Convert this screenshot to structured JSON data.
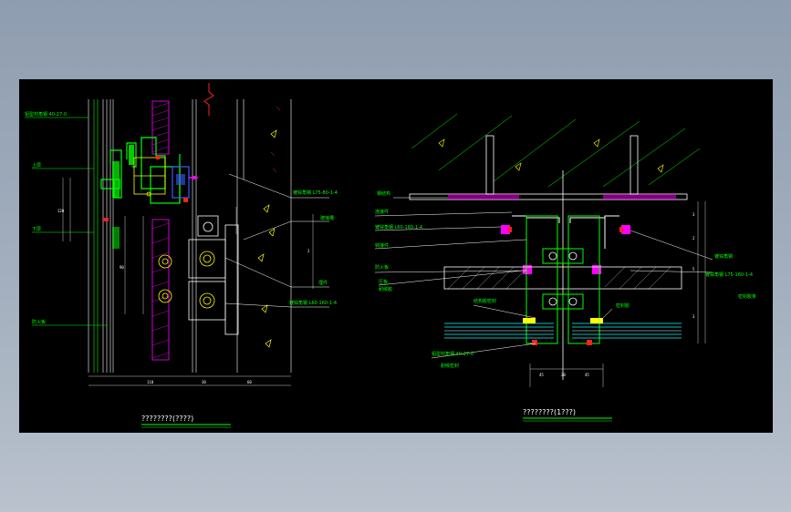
{
  "left_detail": {
    "title": "????????(????)",
    "labels": {
      "top_left": "铝型材角钢 40-27-0",
      "upper": "上层",
      "lower": "下层",
      "fire": "防火板",
      "r1": "镀锌角钢 L75-80-1-4",
      "r2": "玻璃槽",
      "r3": "埋件",
      "r4": "镀锌角钢 L60-160-1-4"
    }
  },
  "right_detail": {
    "title": "????????(1???)",
    "labels": {
      "l1": "钢结构",
      "l2": "连接件",
      "l3": "镀锌角钢 L60-160-1-4",
      "l4": "转接件",
      "l5": "防火板",
      "l6": "压板",
      "l7": "结构胶密封",
      "l8": "耐候胶",
      "l9": "铝型材角钢 40-27-0",
      "l10": "耐候密封",
      "r1": "镀锌角钢",
      "r2": "镀锌角钢 L75-160-1-4",
      "r3": "密封胶条",
      "r4": "密封胶"
    }
  },
  "colors": {
    "background": "#000000",
    "green": "#00ff00",
    "white": "#ffffff",
    "cyan": "#00ffff",
    "magenta": "#ff00ff",
    "yellow": "#ffff00",
    "red": "#ff0000",
    "blue": "#3a5cff"
  }
}
